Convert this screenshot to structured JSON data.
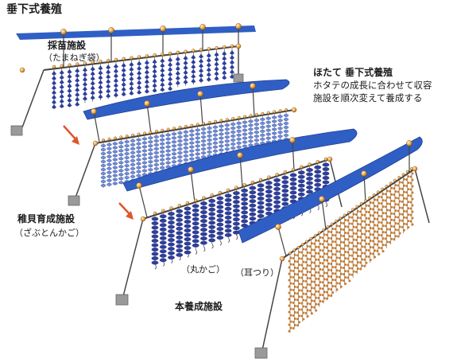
{
  "title": "垂下式養殖",
  "labels": {
    "nursery_title": "採苗施設",
    "nursery_sub": "（たまねぎ袋）",
    "scallop_title": "ほたて 垂下式養殖",
    "scallop_desc_1": "ホタテの成長に合わせて収容",
    "scallop_desc_2": "施設を順次変えて養成する",
    "juvenile_title": "稚貝育成施設",
    "juvenile_sub": "（ざぶとんかご）",
    "pearl_net": "（丸かご）",
    "ear_hanging": "（耳つり）",
    "main_title": "本養成施設"
  },
  "colors": {
    "rope": "#444444",
    "float": "#e8a23c",
    "sheet": "#2f5fc4",
    "sheet_dark": "#233f8f",
    "net": "#2e3f9c",
    "cage": "#6d8ed8",
    "scallop": "#c77b2f",
    "arrow": "#e0552a",
    "anchor": "#9a9a9a"
  }
}
